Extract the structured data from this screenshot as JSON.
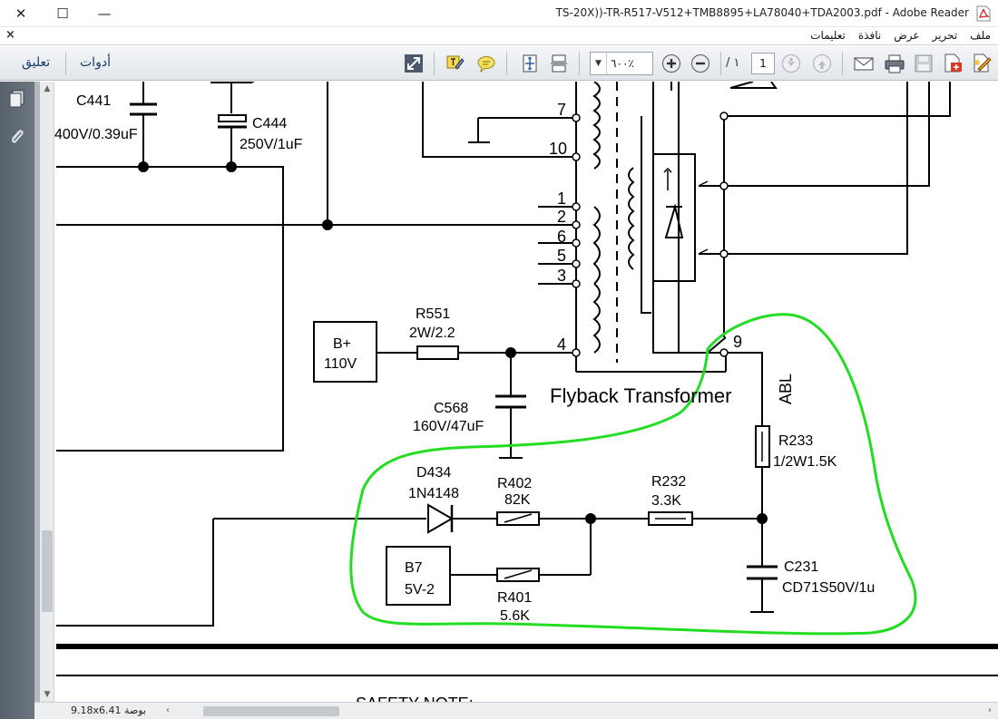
{
  "window": {
    "title": "TS-20X))-TR-R517-V512+TMB8895+LA78040+TDA2003.pdf - Adobe Reader",
    "close_glyph": "✕",
    "maximize_glyph": "☐",
    "minimize_glyph": "—"
  },
  "menu": {
    "close_glyph": "×",
    "items": [
      "ملف",
      "تحرير",
      "عرض",
      "نافذة",
      "تعليمات"
    ]
  },
  "toolbar": {
    "comment_label": "تعليق",
    "tools_label": "أدوات",
    "zoom_value": "٦٠٠٪",
    "page_current": "1",
    "page_total": "/ ١"
  },
  "status": {
    "page_size": "9.18x6.41 بوصة"
  },
  "schematic": {
    "c441_name": "C441",
    "c441_value": "400V/0.39uF",
    "c444_name": "C444",
    "c444_value": "250V/1uF",
    "pin7": "7",
    "pin10": "10",
    "pin1": "1",
    "pin2": "2",
    "pin6": "6",
    "pin5": "5",
    "pin3": "3",
    "pin4": "4",
    "pin9": "9",
    "r551_name": "R551",
    "r551_value": "2W/2.2",
    "bplus_name": "B+",
    "bplus_value": "110V",
    "c568_name": "C568",
    "c568_value": "160V/47uF",
    "flyback_label": "Flyback Transformer",
    "abl_label": "ABL",
    "r233_name": "R233",
    "r233_value": "1/2W1.5K",
    "d434_name": "D434",
    "d434_value": "1N4148",
    "r402_name": "R402",
    "r402_value": "82K",
    "r232_name": "R232",
    "r232_value": "3.3K",
    "c231_name": "C231",
    "c231_value": "CD71S50V/1u",
    "b7_name": "B7",
    "b7_value": "5V-2",
    "r401_name": "R401",
    "r401_value": "5.6K",
    "safety_note": "SAFETY NOTE:"
  },
  "colors": {
    "highlight": "#22dd22",
    "toolbar_text": "#1a3a6a",
    "sidebar": "#5e6974"
  }
}
